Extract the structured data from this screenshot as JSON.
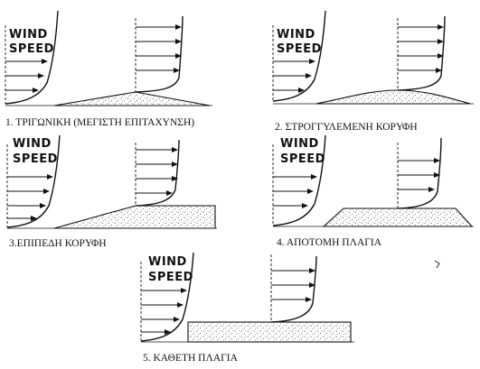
{
  "wind_label": {
    "line1": "WIND",
    "line2": "SPEED"
  },
  "panels": [
    {
      "id": 1,
      "caption": "1. ΤΡΙΓΩΝΙΚΗ (ΜΕΓΙΣΤΗ ΕΠΙΤΑΧΥΝΣΗ)",
      "hill_shape": "triangular"
    },
    {
      "id": 2,
      "caption": "2. ΣΤΡΟΓΓΥΛΕΜΕΝΗ ΚΟΡΥΦΗ",
      "hill_shape": "rounded"
    },
    {
      "id": 3,
      "caption": "3.ΕΠΙΠΕΔΗ ΚΟΡΥΦΗ",
      "hill_shape": "flat-top"
    },
    {
      "id": 4,
      "caption": "4. ΑΠΟΤΟΜΗ ΠΛΑΓΙΑ",
      "hill_shape": "steep-slope"
    },
    {
      "id": 5,
      "caption": "5. ΚΑΘΕΤΗ ΠΛΑΓΙΑ",
      "hill_shape": "vertical-slope"
    }
  ],
  "colors": {
    "ink": "#111111",
    "stipple": "#333333",
    "background": "#ffffff"
  }
}
